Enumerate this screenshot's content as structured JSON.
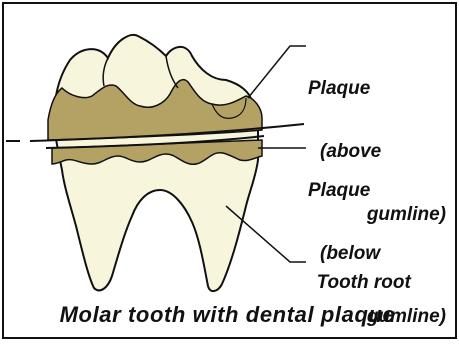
{
  "labels": {
    "plaque_above_line1": "Plaque",
    "plaque_above_line2": "(above",
    "plaque_above_line3": "gumline)",
    "plaque_below_line1": "Plaque",
    "plaque_below_line2": "(below",
    "plaque_below_line3": "gumline)",
    "tooth_root": "Tooth root"
  },
  "caption": "Molar tooth with dental plaque",
  "colors": {
    "tooth": "#f7f5dc",
    "plaque": "#b4a164",
    "outline": "#111111",
    "border": "#111111"
  }
}
